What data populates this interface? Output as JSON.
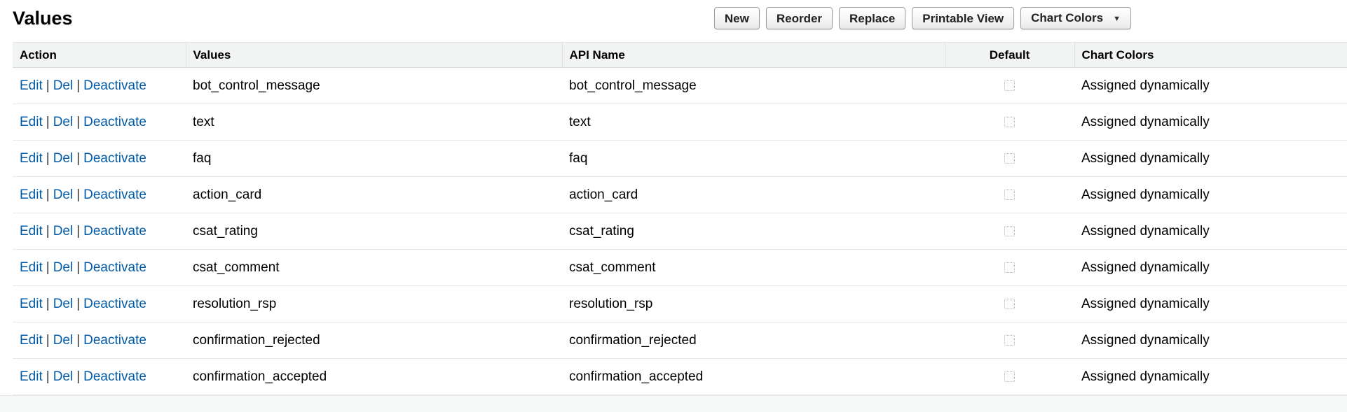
{
  "page": {
    "title": "Values"
  },
  "toolbar": {
    "buttons": [
      "New",
      "Reorder",
      "Replace",
      "Printable View"
    ],
    "dropdown": {
      "label": "Chart Colors"
    }
  },
  "icons": {
    "chevron_down": "▼"
  },
  "table": {
    "columns": [
      "Action",
      "Values",
      "API Name",
      "Default",
      "Chart Colors"
    ],
    "action_links": [
      "Edit",
      "Del",
      "Deactivate"
    ],
    "link_separator": "|",
    "rows": [
      {
        "value": "bot_control_message",
        "api_name": "bot_control_message",
        "default_checked": false,
        "chart_colors": "Assigned dynamically"
      },
      {
        "value": "text",
        "api_name": "text",
        "default_checked": false,
        "chart_colors": "Assigned dynamically"
      },
      {
        "value": "faq",
        "api_name": "faq",
        "default_checked": false,
        "chart_colors": "Assigned dynamically"
      },
      {
        "value": "action_card",
        "api_name": "action_card",
        "default_checked": false,
        "chart_colors": "Assigned dynamically"
      },
      {
        "value": "csat_rating",
        "api_name": "csat_rating",
        "default_checked": false,
        "chart_colors": "Assigned dynamically"
      },
      {
        "value": "csat_comment",
        "api_name": "csat_comment",
        "default_checked": false,
        "chart_colors": "Assigned dynamically"
      },
      {
        "value": "resolution_rsp",
        "api_name": "resolution_rsp",
        "default_checked": false,
        "chart_colors": "Assigned dynamically"
      },
      {
        "value": "confirmation_rejected",
        "api_name": "confirmation_rejected",
        "default_checked": false,
        "chart_colors": "Assigned dynamically"
      },
      {
        "value": "confirmation_accepted",
        "api_name": "confirmation_accepted",
        "default_checked": false,
        "chart_colors": "Assigned dynamically"
      }
    ]
  },
  "colors": {
    "link": "#015ba7",
    "header_bg": "#f2f3f3",
    "row_border": "#e8e8e8"
  }
}
